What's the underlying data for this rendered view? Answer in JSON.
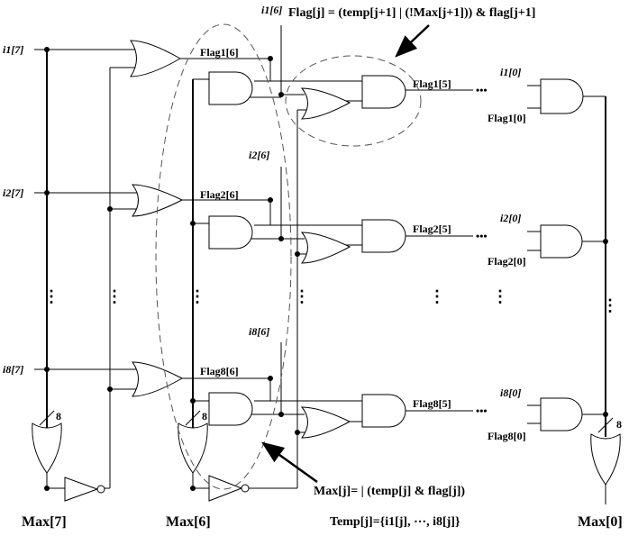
{
  "formulas": {
    "flag": "Flag[j] = (temp[j+1] | (!Max[j+1])) & flag[j+1]",
    "max": "Max[j]= | (temp[j] & flag[j])",
    "temp": "Temp[j]={i1[j], ⋯, i8[j]}"
  },
  "inputs_col7": [
    "i1[7]",
    "i2[7]",
    "i8[7]"
  ],
  "inputs_col6": [
    "i1[6]",
    "i2[6]",
    "i8[6]"
  ],
  "inputs_col0": [
    "i1[0]",
    "i2[0]",
    "i8[0]"
  ],
  "flags_col6": [
    "Flag1[6]",
    "Flag2[6]",
    "Flag8[6]"
  ],
  "flags_col5": [
    "Flag1[5]",
    "Flag2[5]",
    "Flag8[5]"
  ],
  "flags_col0": [
    "Flag1[0]",
    "Flag2[0]",
    "Flag8[0]"
  ],
  "bus_width": "8",
  "outputs": [
    "Max[7]",
    "Max[6]",
    "Max[0]"
  ],
  "ellipsis": "•••",
  "vdots": "⋮"
}
